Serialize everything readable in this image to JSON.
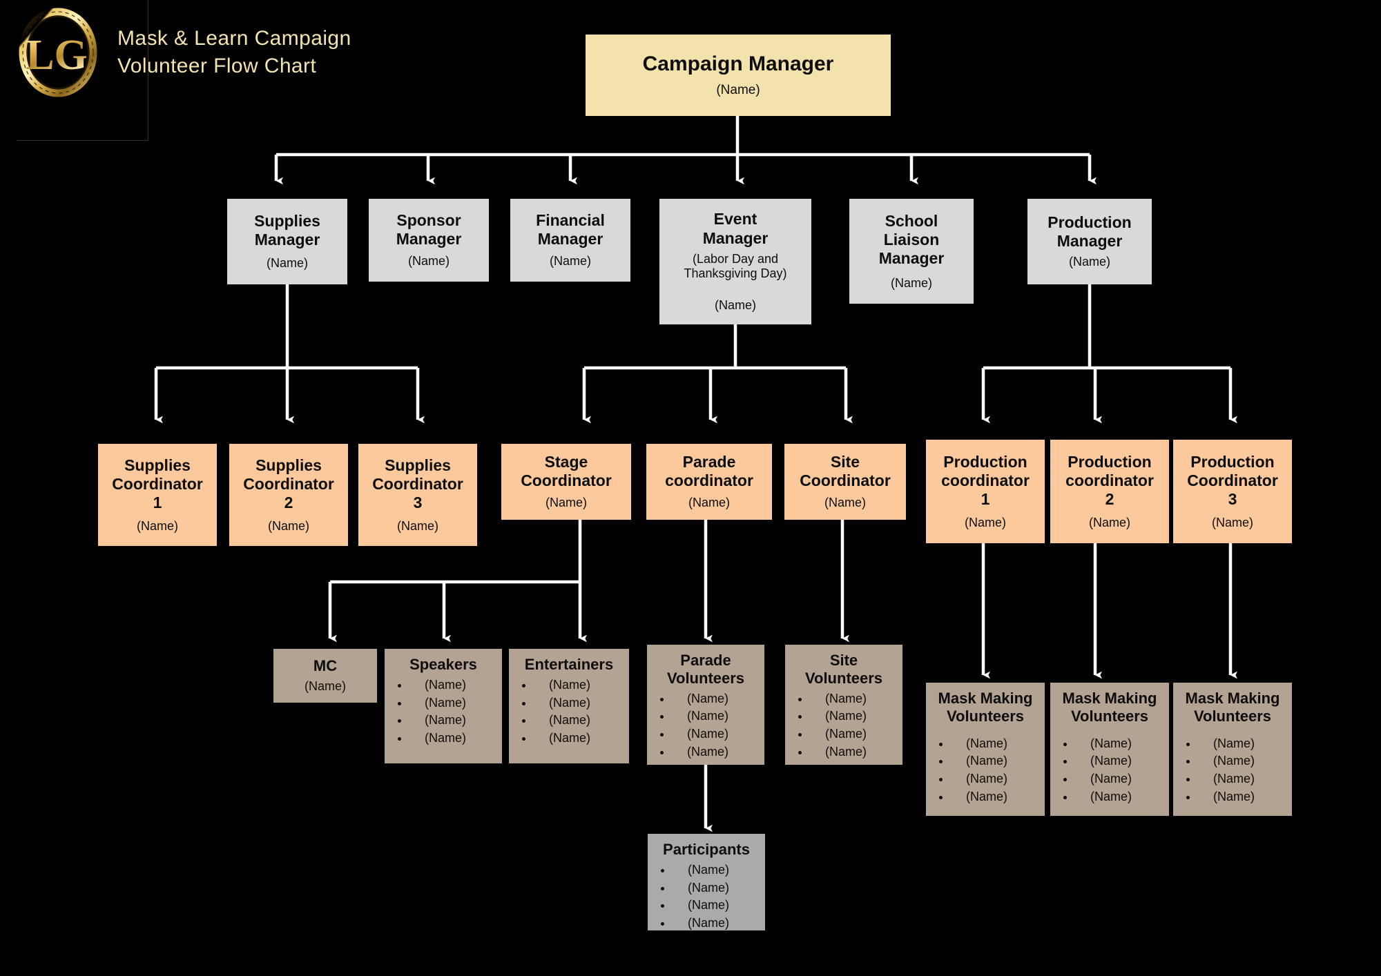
{
  "header": {
    "logo_icon": "lg-monogram-gold-seal-icon",
    "logo_text": "LG",
    "title_line1": "Mask & Learn Campaign",
    "title_line2": "Volunteer Flow Chart"
  },
  "colors": {
    "background": "#000000",
    "root_box": "#F3E2AC",
    "manager_box": "#D9D9D9",
    "coordinator_box": "#FBC99B",
    "volunteer_box": "#B3A392",
    "participants_box": "#AAAAAA",
    "connector": "#FFFFFF",
    "title_text": "#F5E3B0",
    "node_text": "#0D0D0D"
  },
  "chart_data": {
    "type": "org-flow-chart",
    "title": "Mask & Learn Campaign Volunteer Flow Chart",
    "name_placeholder": "(Name)"
  },
  "nodes": {
    "campaign_manager": {
      "title": "Campaign Manager",
      "name": "(Name)"
    },
    "supplies_manager": {
      "title_line1": "Supplies",
      "title_line2": "Manager",
      "name": "(Name)"
    },
    "sponsor_manager": {
      "title_line1": "Sponsor",
      "title_line2": "Manager",
      "name": "(Name)"
    },
    "financial_manager": {
      "title_line1": "Financial",
      "title_line2": "Manager",
      "name": "(Name)"
    },
    "event_manager": {
      "title_line1": "Event",
      "title_line2": "Manager",
      "note_line1": "(Labor Day and",
      "note_line2": "Thanksgiving Day)",
      "name": "(Name)"
    },
    "school_liaison_manager": {
      "title_line1": "School",
      "title_line2": "Liaison",
      "title_line3": "Manager",
      "name": "(Name)"
    },
    "production_manager": {
      "title_line1": "Production",
      "title_line2": "Manager",
      "name": "(Name)"
    },
    "supplies_coordinator_1": {
      "title_line1": "Supplies",
      "title_line2": "Coordinator",
      "title_line3": "1",
      "name": "(Name)"
    },
    "supplies_coordinator_2": {
      "title_line1": "Supplies",
      "title_line2": "Coordinator",
      "title_line3": "2",
      "name": "(Name)"
    },
    "supplies_coordinator_3": {
      "title_line1": "Supplies",
      "title_line2": "Coordinator",
      "title_line3": "3",
      "name": "(Name)"
    },
    "stage_coordinator": {
      "title_line1": "Stage",
      "title_line2": "Coordinator",
      "name": "(Name)"
    },
    "parade_coordinator": {
      "title_line1": "Parade",
      "title_line2": "coordinator",
      "name": "(Name)"
    },
    "site_coordinator": {
      "title_line1": "Site",
      "title_line2": "Coordinator",
      "name": "(Name)"
    },
    "production_coordinator_1": {
      "title_line1": "Production",
      "title_line2": "coordinator",
      "title_line3": "1",
      "name": "(Name)"
    },
    "production_coordinator_2": {
      "title_line1": "Production",
      "title_line2": "coordinator",
      "title_line3": "2",
      "name": "(Name)"
    },
    "production_coordinator_3": {
      "title_line1": "Production",
      "title_line2": "Coordinator",
      "title_line3": "3",
      "name": "(Name)"
    },
    "mc": {
      "title": "MC",
      "name": "(Name)"
    },
    "speakers": {
      "title": "Speakers",
      "members": [
        "(Name)",
        "(Name)",
        "(Name)",
        "(Name)"
      ]
    },
    "entertainers": {
      "title": "Entertainers",
      "members": [
        "(Name)",
        "(Name)",
        "(Name)",
        "(Name)"
      ]
    },
    "parade_volunteers": {
      "title_line1": "Parade",
      "title_line2": "Volunteers",
      "members": [
        "(Name)",
        "(Name)",
        "(Name)",
        "(Name)"
      ]
    },
    "site_volunteers": {
      "title_line1": "Site",
      "title_line2": "Volunteers",
      "members": [
        "(Name)",
        "(Name)",
        "(Name)",
        "(Name)"
      ]
    },
    "mask_making_volunteers_1": {
      "title_line1": "Mask Making",
      "title_line2": "Volunteers",
      "members": [
        "(Name)",
        "(Name)",
        "(Name)",
        "(Name)"
      ]
    },
    "mask_making_volunteers_2": {
      "title_line1": "Mask Making",
      "title_line2": "Volunteers",
      "members": [
        "(Name)",
        "(Name)",
        "(Name)",
        "(Name)"
      ]
    },
    "mask_making_volunteers_3": {
      "title_line1": "Mask Making",
      "title_line2": "Volunteers",
      "members": [
        "(Name)",
        "(Name)",
        "(Name)",
        "(Name)"
      ]
    },
    "participants": {
      "title": "Participants",
      "members": [
        "(Name)",
        "(Name)",
        "(Name)",
        "(Name)"
      ]
    }
  }
}
